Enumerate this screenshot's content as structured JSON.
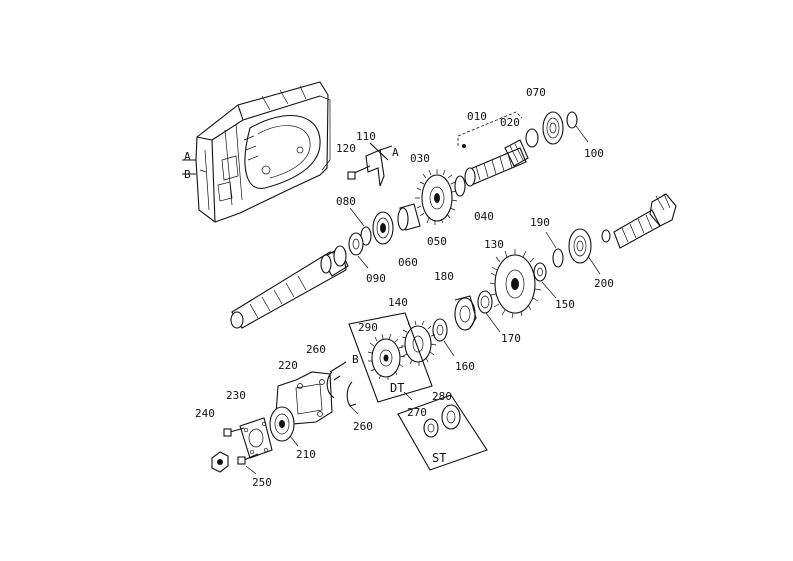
{
  "diagram": {
    "parts": {
      "p010": "010",
      "p020": "020",
      "p030": "030",
      "p040": "040",
      "p050": "050",
      "p060": "060",
      "p070": "070",
      "p080": "080",
      "p090": "090",
      "p100": "100",
      "p110": "110",
      "p120": "120",
      "p130": "130",
      "p140": "140",
      "p150": "150",
      "p160": "160",
      "p170": "170",
      "p180": "180",
      "p190": "190",
      "p200": "200",
      "p210": "210",
      "p220": "220",
      "p230": "230",
      "p240": "240",
      "p250": "250",
      "p260a": "260",
      "p260b": "260",
      "p270": "270",
      "p280": "280",
      "p290": "290"
    },
    "refs": {
      "housing_a": "A",
      "housing_b": "B",
      "bracket_a": "A",
      "clip_b": "B"
    },
    "groups": {
      "dt": "DT",
      "st": "ST"
    }
  }
}
